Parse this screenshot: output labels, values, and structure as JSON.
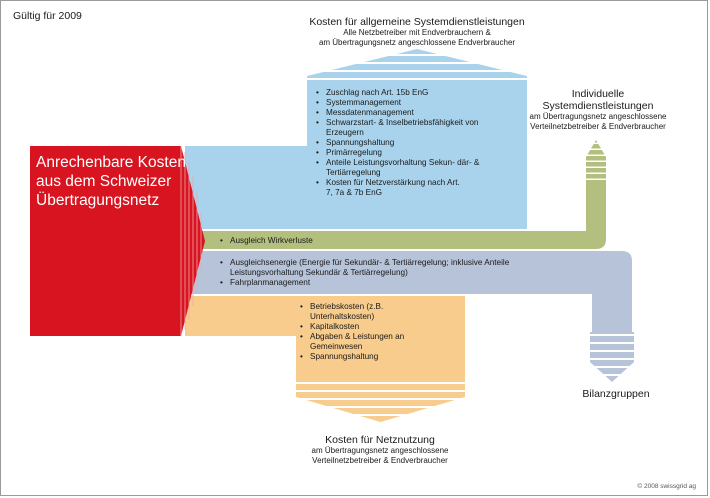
{
  "valid_label": "Gültig für 2009",
  "source_label": "Anrechenbare Kosten aus dem Schweizer Übertragungsnetz",
  "system_services": {
    "title": "Kosten für allgemeine Systemdienstleistungen",
    "subtitle_line1": "Alle Netzbetreiber mit Endverbrauchern &",
    "subtitle_line2": "am Übertragungsnetz angeschlossene Endverbraucher",
    "items": [
      "Zuschlag nach Art. 15b EnG",
      "Systemmanagement",
      "Messdatenmanagement",
      "Schwarzstart- & Inselbetriebsfähigkeit von Erzeugern",
      "Spannungshaltung",
      "Primärregelung",
      "Anteile Leistungsvorhaltung Sekun- där- & Tertiärregelung",
      "Kosten für Netzverstärkung nach Art. 7, 7a & 7b EnG"
    ]
  },
  "individual_services": {
    "title_line1": "Individuelle",
    "title_line2": "Systemdienstleistungen",
    "subtitle_line1": "am Übertragungsnetz angeschlossene",
    "subtitle_line2": "Verteilnetzbetreiber & Endverbraucher",
    "items": [
      "Ausgleich Wirkverluste"
    ]
  },
  "balance_groups": {
    "title": "Bilanzgruppen",
    "items": [
      "Ausgleichsenergie (Energie für Sekundär- & Tertiärregelung; inklusive Anteile Leistungsvorhaltung Sekundär & Tertiärregelung)",
      "Fahrplanmanagement"
    ]
  },
  "grid_usage": {
    "title": "Kosten für Netznutzung",
    "subtitle_line1": "am Übertragungsnetz angeschlossene",
    "subtitle_line2": "Verteilnetzbetreiber & Endverbraucher",
    "items": [
      "Betriebskosten (z.B. Unterhaltskosten)",
      "Kapitalkosten",
      "Abgaben & Leistungen an Gemeinwesen",
      "Spannungshaltung"
    ]
  },
  "copyright": "© 2008 swissgrid ag",
  "colors": {
    "red": "#d7141f",
    "blue": "#a9d3ec",
    "olive": "#b3bf7e",
    "grey_blue": "#b7c3d8",
    "orange": "#f8cc8c"
  }
}
